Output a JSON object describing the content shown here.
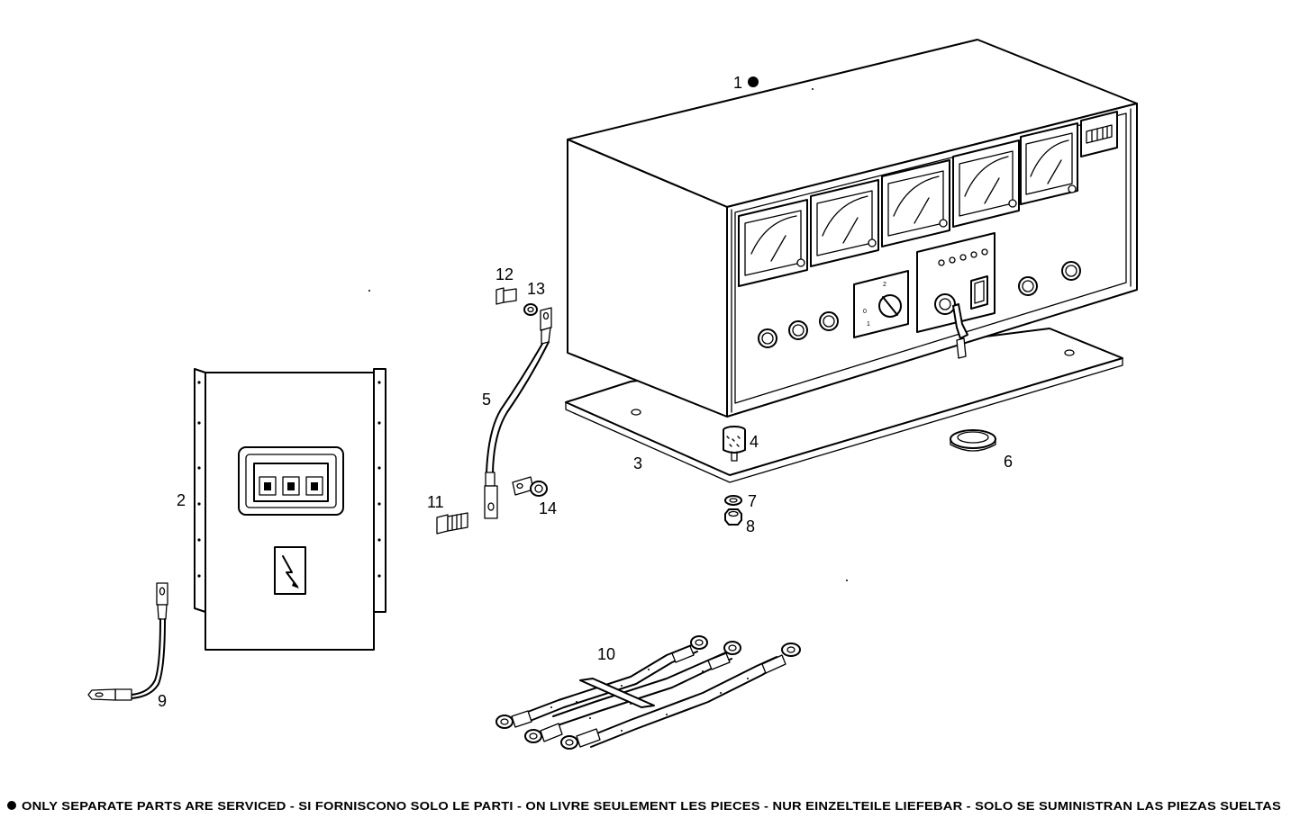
{
  "callouts": {
    "c1": "1",
    "c2": "2",
    "c3": "3",
    "c4": "4",
    "c5": "5",
    "c6": "6",
    "c7": "7",
    "c8": "8",
    "c9": "9",
    "c10": "10",
    "c11": "11",
    "c12": "12",
    "c13": "13",
    "c14": "14"
  },
  "footer": {
    "note": "ONLY SEPARATE PARTS ARE SERVICED - SI FORNISCONO SOLO LE PARTI  - ON LIVRE SEULEMENT LES PIECES - NUR EINZELTEILE LIEFEBAR - SOLO SE SUMINISTRAN LAS PIEZAS SUELTAS"
  },
  "panel_labels": {
    "sw_0": "0",
    "sw_2": "2",
    "sw_1": "1"
  }
}
